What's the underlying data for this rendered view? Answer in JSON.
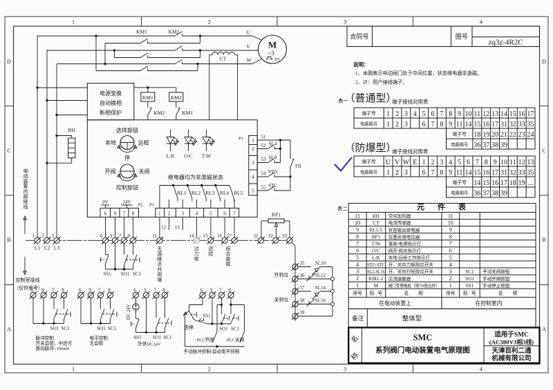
{
  "colors": {
    "ink": "#1b1b1b",
    "paper": "#fbfbf9",
    "check": "#2b3a9e",
    "gray_terminal": "#9a9a9a"
  },
  "header": {
    "contract_label": "合同号",
    "drawing_label": "图号",
    "drawing_number": "zq3z-4R2C"
  },
  "zones": {
    "columns": [
      "1",
      "2",
      "3",
      "4"
    ],
    "rows": [
      "D",
      "C",
      "B",
      "A"
    ]
  },
  "notes": {
    "heading": "说明：",
    "items": [
      "1、本图表示电动阀门处于中间位置，状态继电器非激磁。",
      "2、∅：用户接线端子。"
    ]
  },
  "tables": {
    "table1_label": "表一",
    "table2_label": "表二",
    "ordinary": {
      "type_name": "（普通型）",
      "subtitle": "端子接线对照表",
      "terminal_label": "端子号",
      "circuit_label": "电路图号",
      "terminals": [
        "1",
        "2",
        "3",
        "4",
        "5",
        "6",
        "7",
        "8",
        "9",
        "10",
        "11",
        "12",
        "13",
        "14",
        "15",
        "16",
        "17"
      ],
      "circuits": [
        "1",
        "2",
        "3",
        "",
        "6",
        "7",
        "8",
        "9",
        "11",
        "14",
        "15",
        "16",
        "17",
        "31",
        "32",
        "33",
        "35"
      ],
      "extra_terminals": [
        "18",
        "19",
        "20",
        "21",
        "22",
        "23",
        "24"
      ],
      "extra_circuits": [
        "36",
        "37",
        "38",
        "39",
        "",
        "",
        ""
      ]
    },
    "explosion": {
      "type_name": "（防爆型）",
      "subtitle": "端子接线对照表",
      "terminal_label": "端子号",
      "circuit_label": "电路图号",
      "terminals": [
        "U",
        "V",
        "W",
        "E",
        "1",
        "2",
        "3",
        "4",
        "5",
        "6",
        "7",
        "8",
        "9",
        "10",
        "11",
        "12",
        "13"
      ],
      "circuits": [
        "1",
        "2",
        "3",
        "",
        "6",
        "7",
        "8",
        "9",
        "11",
        "14",
        "15",
        "16",
        "17",
        "31",
        "32",
        "33",
        "35"
      ],
      "extra_terminals": [
        "14",
        "15",
        "16",
        "17",
        "18",
        "19",
        "..."
      ],
      "extra_circuits": [
        "36",
        "37",
        "38",
        "39",
        "",
        "",
        ""
      ]
    },
    "components": {
      "title": "元件表",
      "seq_label": "序号",
      "code_label": "标号",
      "name_label": "名称",
      "rows": [
        [
          "11",
          "RH",
          "空间加热器",
          "11",
          "",
          ""
        ],
        [
          "10",
          "CT",
          "电流传感器",
          "10",
          "",
          ""
        ],
        [
          "9",
          "RL1-5",
          "状态输出继电器",
          "9",
          "",
          ""
        ],
        [
          "8",
          "RP1",
          "位置反馈电位器",
          "8",
          "",
          ""
        ],
        [
          "7",
          "T/W",
          "事故/电源指示灯",
          "7",
          "",
          ""
        ],
        [
          "6",
          "O/C",
          "阀开/阀关指示灯",
          "6",
          "",
          ""
        ],
        [
          "5",
          "L/R",
          "本地/远程工作指示灯",
          "5",
          "",
          ""
        ],
        [
          "4",
          "STO STC",
          "开、关向力矩限位开关",
          "4",
          "",
          ""
        ],
        [
          "3",
          "SL2-SL16",
          "开、关向行程限位开关",
          "3",
          "SC1",
          "手动关阀按钮"
        ],
        [
          "2",
          "KM1-2",
          "交流接触器",
          "2",
          "SO1",
          "手动开阀按钮"
        ],
        [
          "1",
          "M",
          "阀门专用电机（带TH热元件）",
          "1",
          "SS1",
          "手动停止按钮"
        ]
      ],
      "location_left": "在电动装置上",
      "location_right": "在控制室内"
    }
  },
  "remark": {
    "label": "备注",
    "value": "整体型"
  },
  "title_block": {
    "name_char1": "名",
    "name_char2": "称",
    "series": "SMC",
    "title": "系列阀门电动装置电气原理图",
    "applicable1": "适用于SMC",
    "applicable2": "(AC380V3相3线)",
    "company1": "天津百利二通",
    "company2": "机械有限公司"
  },
  "labels": {
    "km1_main": "KM1",
    "km2_main": "KM2",
    "u": "U",
    "v": "V",
    "w": "W",
    "motor_m": "M",
    "motor_phase": "~3",
    "motor_th": "TH",
    "ct": "CT",
    "rh": "RH",
    "psu1": "电源变换",
    "psu2": "自动换相",
    "psu3": "断相保护",
    "km1_coil": "KM1",
    "km2_coil": "KM2",
    "km2_aux": "KM2",
    "km1_aux": "KM1",
    "sel_knob": "选择旋钮",
    "local": "本地",
    "remote": "远程",
    "stop": "停",
    "open_valve": "开阀",
    "close_valve": "关阀",
    "ctrl_knob": "控制旋钮",
    "led_lr": "L/R",
    "led_oc": "O/C",
    "led_tw": "T/W",
    "relay_note": "继电器均为非激磁状态",
    "rl1": "RL1",
    "rl2": "RL2",
    "rl3": "RL3",
    "rl4": "RL4",
    "rl5": "RL5",
    "p1": "P1",
    "p2": "P2",
    "p3": "P3",
    "v0": "0V",
    "v24": "24V",
    "p1_pins": [
      "1",
      "2",
      "3",
      "4",
      "5"
    ],
    "p2_pins": [
      "6",
      "9",
      "7",
      "8"
    ],
    "p3_pins": [
      "1",
      "2",
      "3",
      "4",
      "5",
      "6",
      "7"
    ],
    "w51": "51",
    "w52": "52",
    "w53": "53",
    "w54": "54",
    "w55": "55",
    "sl4": "SL4",
    "sl8": "SL8",
    "sto": "STO",
    "stc": "STC",
    "th": "TH",
    "rp1": "RP1",
    "t1": "1",
    "t2": "2",
    "t3": "3",
    "l1": "L1",
    "l2": "L2",
    "l3": "L3",
    "t11": "11",
    "t12": "12",
    "t13": "13",
    "t14": "14",
    "t15": "15",
    "t16": "16",
    "t17": "17",
    "t31": "31",
    "t32": "32",
    "t33": "33",
    "vt_common": "无源接点共用端",
    "vt_torque": "过力矩",
    "vt_remote": "远控",
    "vt_fault": "综合故障",
    "ss1": "SS1",
    "so1": "SO1",
    "sc1": "SC1",
    "int_wiring": "电动装置内部接线",
    "ext_wiring": "控制室接线",
    "ref_only": "（仅供参考）",
    "t35": "35",
    "t36": "36",
    "t37": "37",
    "t38": "38",
    "t39": "39",
    "sl10": "SL10",
    "sl12": "SL12",
    "sl14": "SL14",
    "sl16": "SL16",
    "open_pos": "开到位",
    "close_pos": "关到位",
    "cap1a": "脉冲控制",
    "cap1b": "开关自锁，中途可",
    "cap1c": "换向脉冲>100mS",
    "cap2a": "电平控制",
    "cap2b": "无自锁",
    "dc24v": "DC 24V",
    "cap3": "外供DC24V",
    "select": "选择",
    "plc_open": "PLC开阀",
    "plc_close": "PLC关阀",
    "cap4": "手动脉冲控制/自动电平控制"
  }
}
